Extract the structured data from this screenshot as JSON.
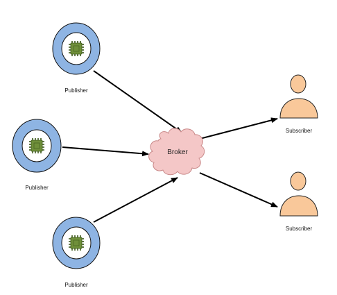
{
  "colors": {
    "ring_outer": "#8eb4e3",
    "ring_stroke": "#111111",
    "chip_fill": "#6f8f3a",
    "chip_dark": "#3e5a1b",
    "broker_fill": "#f4c7c7",
    "broker_stroke": "#c98989",
    "person_fill": "#f9c89a",
    "person_stroke": "#222222",
    "arrow": "#000000"
  },
  "publishers": [
    {
      "label": "Publisher",
      "icon": "microchip-icon"
    },
    {
      "label": "Publisher",
      "icon": "microchip-icon"
    },
    {
      "label": "Publisher",
      "icon": "microchip-icon"
    }
  ],
  "broker": {
    "label": "Broker",
    "icon": "cloud-icon"
  },
  "subscribers": [
    {
      "label": "Subscriber",
      "icon": "person-icon"
    },
    {
      "label": "Subscriber",
      "icon": "person-icon"
    }
  ]
}
